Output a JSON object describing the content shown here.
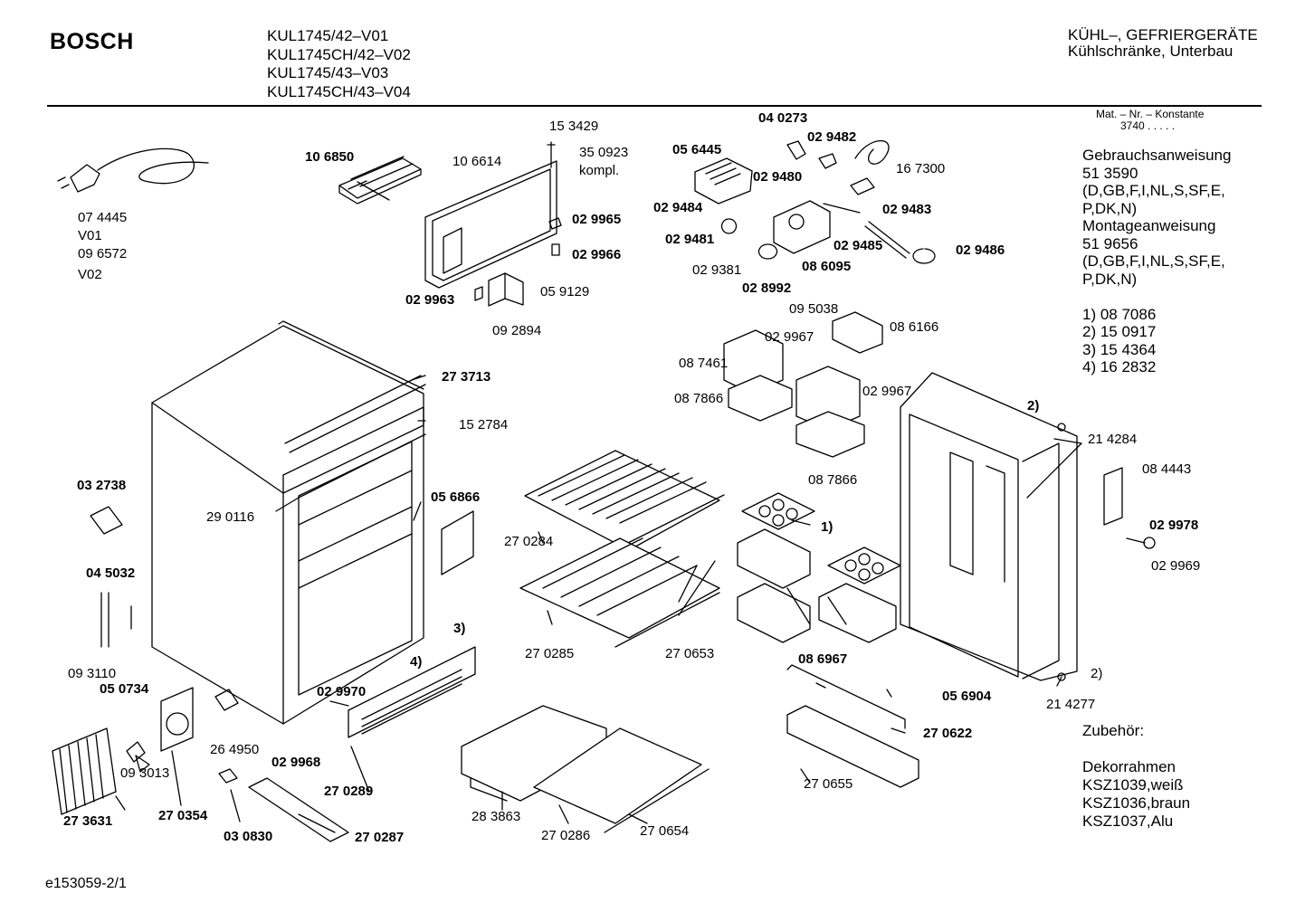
{
  "header": {
    "brand": "BOSCH",
    "models": [
      "KUL1745/42–V01",
      "KUL1745CH/42–V02",
      "KUL1745/43–V03",
      "KUL1745CH/43–V04"
    ],
    "category_line1": "KÜHL–, GEFRIERGERÄTE",
    "category_line2": "Kühlschränke, Unterbau",
    "konstante_line1": "Mat. – Nr. – Konstante",
    "konstante_line2": "3740 . . . . ."
  },
  "info_block": [
    "Gebrauchsanweisung",
    "51 3590",
    "(D,GB,F,I,NL,S,SF,E,",
    "P,DK,N)",
    "Montageanweisung",
    "51 9656",
    "(D,GB,F,I,NL,S,SF,E,",
    "P,DK,N)",
    "",
    "1) 08 7086",
    "2) 15 0917",
    "3) 15 4364",
    "4) 16 2832"
  ],
  "accessories": [
    "Zubehör:",
    "",
    "Dekorrahmen",
    "KSZ1039,weiß",
    "KSZ1036,braun",
    "KSZ1037,Alu"
  ],
  "footer": "e153059-2/1",
  "part_labels": [
    {
      "text": "07 4445",
      "bold": false
    },
    {
      "text": "V01",
      "bold": false
    },
    {
      "text": "09 6572",
      "bold": false
    },
    {
      "text": "V02",
      "bold": false
    },
    {
      "text": "10 6850",
      "bold": true
    },
    {
      "text": "10 6614",
      "bold": false
    },
    {
      "text": "15 3429",
      "bold": false
    },
    {
      "text": "35 0923",
      "bold": false
    },
    {
      "text": "kompl.",
      "bold": false
    },
    {
      "text": "02 9965",
      "bold": true
    },
    {
      "text": "02 9966",
      "bold": true
    },
    {
      "text": "02 9963",
      "bold": true
    },
    {
      "text": "05 9129",
      "bold": false
    },
    {
      "text": "09 2894",
      "bold": false
    },
    {
      "text": "04 0273",
      "bold": true
    },
    {
      "text": "05 6445",
      "bold": true
    },
    {
      "text": "02 9482",
      "bold": true
    },
    {
      "text": "02 9480",
      "bold": true
    },
    {
      "text": "16 7300",
      "bold": false
    },
    {
      "text": "02 9484",
      "bold": true
    },
    {
      "text": "02 9483",
      "bold": true
    },
    {
      "text": "02 9481",
      "bold": true
    },
    {
      "text": "02 9485",
      "bold": true
    },
    {
      "text": "02 9486",
      "bold": true
    },
    {
      "text": "02 9381",
      "bold": false
    },
    {
      "text": "08 6095",
      "bold": true
    },
    {
      "text": "02 8992",
      "bold": true
    },
    {
      "text": "09 5038",
      "bold": false
    },
    {
      "text": "08 6166",
      "bold": false
    },
    {
      "text": "02 9967",
      "bold": false
    },
    {
      "text": "08 7461",
      "bold": false
    },
    {
      "text": "08 7866",
      "bold": false
    },
    {
      "text": "02 9967",
      "bold": false
    },
    {
      "text": "08 7866",
      "bold": false
    },
    {
      "text": "27 3713",
      "bold": true
    },
    {
      "text": "15 2784",
      "bold": false
    },
    {
      "text": "2)",
      "bold": true
    },
    {
      "text": "21 4284",
      "bold": false
    },
    {
      "text": "08 4443",
      "bold": false
    },
    {
      "text": "02 9978",
      "bold": true
    },
    {
      "text": "02 9969",
      "bold": false
    },
    {
      "text": "03 2738",
      "bold": true
    },
    {
      "text": "29 0116",
      "bold": false
    },
    {
      "text": "05 6866",
      "bold": true
    },
    {
      "text": "27 0284",
      "bold": false
    },
    {
      "text": "1)",
      "bold": true
    },
    {
      "text": "04 5032",
      "bold": true
    },
    {
      "text": "27 0285",
      "bold": false
    },
    {
      "text": "27 0653",
      "bold": false
    },
    {
      "text": "3)",
      "bold": true
    },
    {
      "text": "4)",
      "bold": true
    },
    {
      "text": "08 6967",
      "bold": true
    },
    {
      "text": "09 3110",
      "bold": false
    },
    {
      "text": "05 0734",
      "bold": true
    },
    {
      "text": "02 9970",
      "bold": true
    },
    {
      "text": "2)",
      "bold": false
    },
    {
      "text": "21 4277",
      "bold": false
    },
    {
      "text": "05 6904",
      "bold": true
    },
    {
      "text": "26 4950",
      "bold": false
    },
    {
      "text": "27 0622",
      "bold": true
    },
    {
      "text": "02 9968",
      "bold": true
    },
    {
      "text": "09 3013",
      "bold": false
    },
    {
      "text": "27 0289",
      "bold": true
    },
    {
      "text": "27 0655",
      "bold": false
    },
    {
      "text": "27 3631",
      "bold": true
    },
    {
      "text": "27 0354",
      "bold": true
    },
    {
      "text": "28 3863",
      "bold": false
    },
    {
      "text": "27 0286",
      "bold": false
    },
    {
      "text": "27 0654",
      "bold": false
    },
    {
      "text": "03 0830",
      "bold": true
    },
    {
      "text": "27 0287",
      "bold": true
    }
  ]
}
